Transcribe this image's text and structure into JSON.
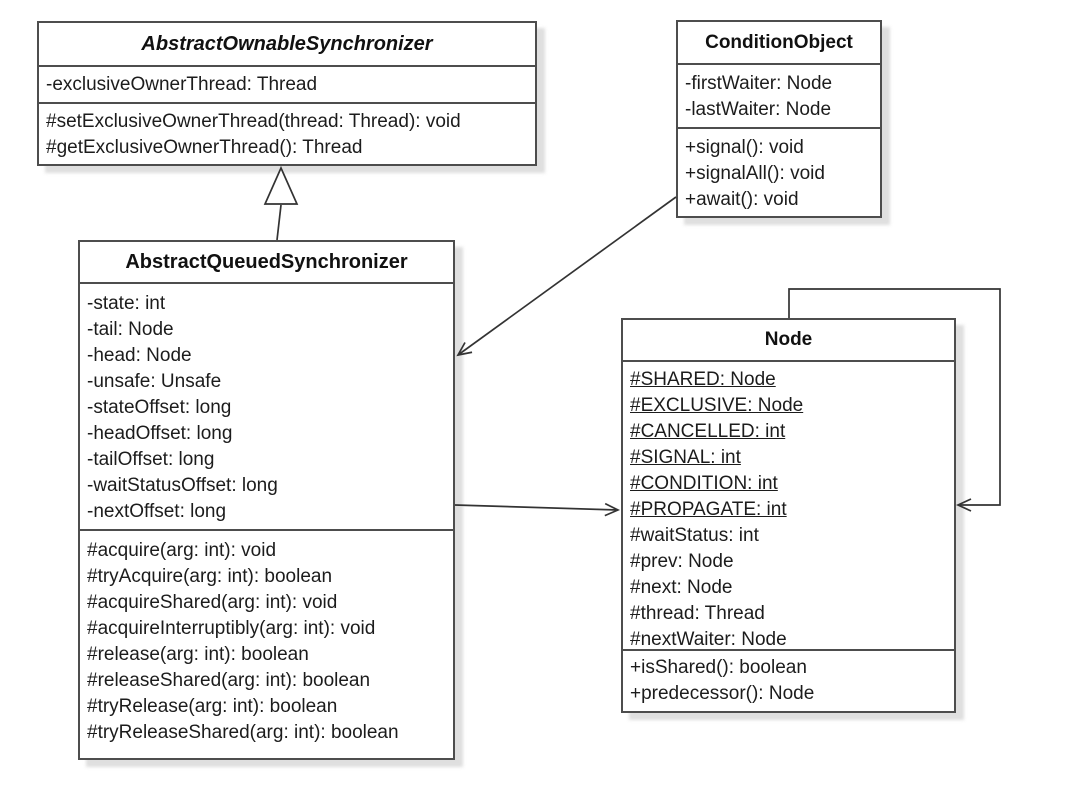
{
  "diagram": {
    "kind": "uml-class-diagram",
    "classes": {
      "aos": {
        "name": "AbstractOwnableSynchronizer",
        "abstract": true,
        "attributes": [
          "-exclusiveOwnerThread: Thread"
        ],
        "methods": [
          "#setExclusiveOwnerThread(thread: Thread): void",
          "#getExclusiveOwnerThread(): Thread"
        ]
      },
      "co": {
        "name": "ConditionObject",
        "abstract": false,
        "attributes": [
          "-firstWaiter: Node",
          "-lastWaiter: Node"
        ],
        "methods": [
          "+signal(): void",
          "+signalAll(): void",
          "+await(): void"
        ]
      },
      "aqs": {
        "name": "AbstractQueuedSynchronizer",
        "abstract": false,
        "attributes": [
          "-state: int",
          "-tail: Node",
          "-head: Node",
          "-unsafe: Unsafe",
          "-stateOffset: long",
          "-headOffset: long",
          "-tailOffset: long",
          "-waitStatusOffset: long",
          "-nextOffset: long"
        ],
        "methods": [
          "#acquire(arg: int): void",
          "#tryAcquire(arg: int): boolean",
          "#acquireShared(arg: int): void",
          "#acquireInterruptibly(arg: int): void",
          "#release(arg: int): boolean",
          "#releaseShared(arg: int): boolean",
          "#tryRelease(arg: int): boolean",
          "#tryReleaseShared(arg: int): boolean"
        ]
      },
      "node": {
        "name": "Node",
        "abstract": false,
        "static_attributes": [
          "#SHARED: Node",
          "#EXCLUSIVE: Node",
          "#CANCELLED: int",
          "#SIGNAL: int",
          "#CONDITION: int",
          "#PROPAGATE: int"
        ],
        "attributes": [
          "#waitStatus: int",
          "#prev: Node",
          "#next: Node",
          "#thread: Thread",
          "#nextWaiter: Node"
        ],
        "methods": [
          "+isShared(): boolean",
          "+predecessor(): Node"
        ]
      }
    },
    "relationships": [
      {
        "type": "generalization",
        "from": "AbstractQueuedSynchronizer",
        "to": "AbstractOwnableSynchronizer"
      },
      {
        "type": "directed-association",
        "from": "ConditionObject",
        "to": "AbstractQueuedSynchronizer"
      },
      {
        "type": "directed-association",
        "from": "AbstractQueuedSynchronizer",
        "to": "Node"
      },
      {
        "type": "directed-association",
        "from": "Node",
        "to": "Node"
      }
    ],
    "colors": {
      "background": "#ffffff",
      "border": "#4d4d4d",
      "line": "#333333",
      "text": "#1c1c1c",
      "shadow": "#bdbdbd"
    }
  }
}
